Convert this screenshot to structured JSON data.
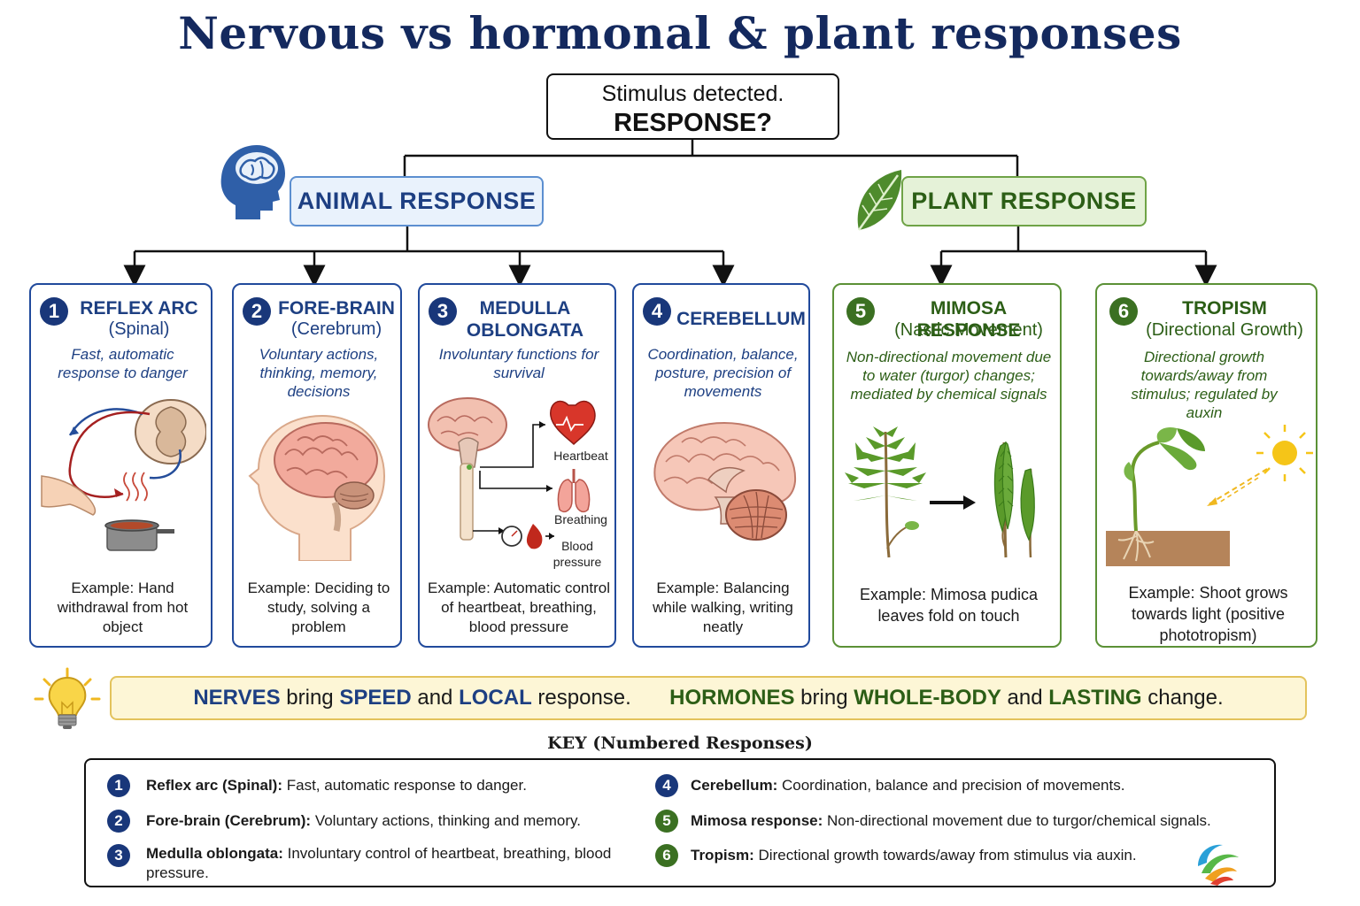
{
  "title": "Nervous vs hormonal & plant responses",
  "stimulus": {
    "line1": "Stimulus detected.",
    "line2": "RESPONSE?"
  },
  "branches": {
    "animal": "ANIMAL RESPONSE",
    "plant": "PLANT RESPONSE"
  },
  "cards": [
    {
      "num": "1",
      "heading": "REFLEX ARC",
      "sub": "(Spinal)",
      "desc": "Fast, automatic response to danger",
      "example": "Example: Hand withdrawal from hot object"
    },
    {
      "num": "2",
      "heading": "FORE-BRAIN",
      "sub": "(Cerebrum)",
      "desc": "Voluntary actions, thinking, memory, decisions",
      "example": "Example: Deciding to study, solving a problem"
    },
    {
      "num": "3",
      "heading": "MEDULLA OBLONGATA",
      "sub": "",
      "desc": "Involuntary functions for survival",
      "example": "Example: Automatic control of heartbeat, breathing, blood pressure",
      "labels": {
        "heartbeat": "Heartbeat",
        "breathing": "Breathing",
        "blood_pressure": "Blood pressure"
      }
    },
    {
      "num": "4",
      "heading": "CEREBELLUM",
      "sub": "",
      "desc": "Coordination, balance, posture, precision of movements",
      "example": "Example: Balancing while walking, writing neatly"
    },
    {
      "num": "5",
      "heading": "MIMOSA RESPONSE",
      "sub": "(Nastic Movement)",
      "desc": "Non-directional movement due to water (turgor) changes; mediated by chemical signals",
      "example": "Example: Mimosa pudica leaves fold on touch"
    },
    {
      "num": "6",
      "heading": "TROPISM",
      "sub": "(Directional Growth)",
      "desc": "Directional growth towards/away from stimulus; regulated by auxin",
      "example": "Example: Shoot grows towards light (positive phototropism)"
    }
  ],
  "banner": {
    "w1": "NERVES",
    "t1": "bring",
    "w2": "SPEED",
    "t2": "and",
    "w3": "LOCAL",
    "t3": "response.",
    "w4": "HORMONES",
    "t4": "bring",
    "w5": "WHOLE-BODY",
    "t5": "and",
    "w6": "LASTING",
    "t6": "change."
  },
  "key": {
    "title": "KEY (Numbered Responses)",
    "items": [
      {
        "num": "1",
        "term": "Reflex arc (Spinal):",
        "text": "Fast, automatic response to danger."
      },
      {
        "num": "2",
        "term": "Fore-brain (Cerebrum):",
        "text": "Voluntary actions, thinking and memory."
      },
      {
        "num": "3",
        "term": "Medulla oblongata:",
        "text": "Involuntary control of heartbeat, breathing, blood pressure."
      },
      {
        "num": "4",
        "term": "Cerebellum:",
        "text": "Coordination, balance and precision of movements."
      },
      {
        "num": "5",
        "term": "Mimosa response:",
        "text": "Non-directional movement due to turgor/chemical signals."
      },
      {
        "num": "6",
        "term": "Tropism:",
        "text": "Directional growth towards/away from stimulus via auxin."
      }
    ]
  },
  "colors": {
    "navy": "#14295e",
    "animal_blue": "#1d3f82",
    "plant_green": "#2c5e16",
    "banner_bg": "#fdf6d6"
  },
  "icons": [
    "head-brain-icon",
    "leaf-icon",
    "lightbulb-icon",
    "logo-swirl-icon"
  ]
}
